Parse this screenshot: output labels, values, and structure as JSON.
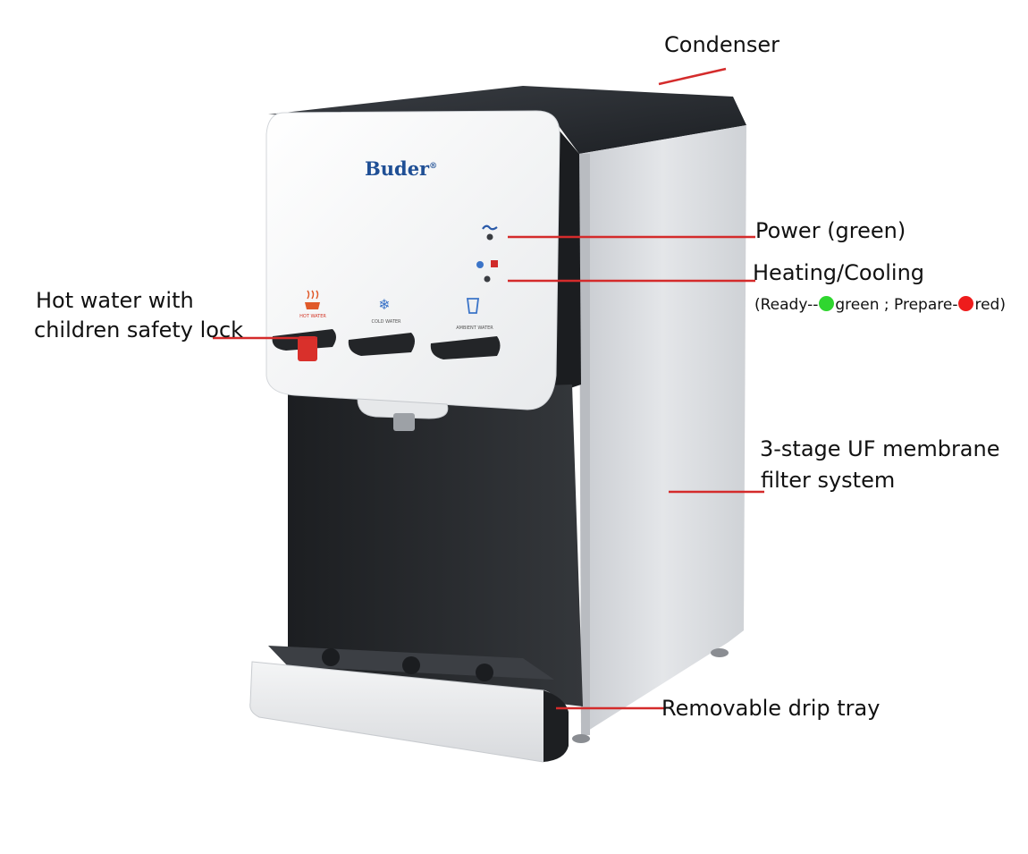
{
  "brand": "Buder",
  "brand_mark": "®",
  "faucets": [
    {
      "label": "HOT WATER"
    },
    {
      "label": "COLD WATER"
    },
    {
      "label": "AMBIENT WATER"
    }
  ],
  "callouts": {
    "condenser": "Condenser",
    "power": "Power (green)",
    "heating_cooling": "Heating/Cooling",
    "status_ready_prefix": "(Ready--",
    "status_ready_word": "green ; ",
    "status_prepare_prefix": "Prepare-",
    "status_prepare_word": "red)",
    "hot_water_line1": "Hot water with",
    "hot_water_line2": "children safety lock",
    "filter_line1": "3-stage UF membrane",
    "filter_line2": "filter system",
    "drip_tray": "Removable drip tray"
  },
  "colors": {
    "leader_line": "#d42b2b",
    "ready_dot": "#2fd62f",
    "prepare_dot": "#ee1c1c",
    "brand_text": "#1f4f95"
  }
}
